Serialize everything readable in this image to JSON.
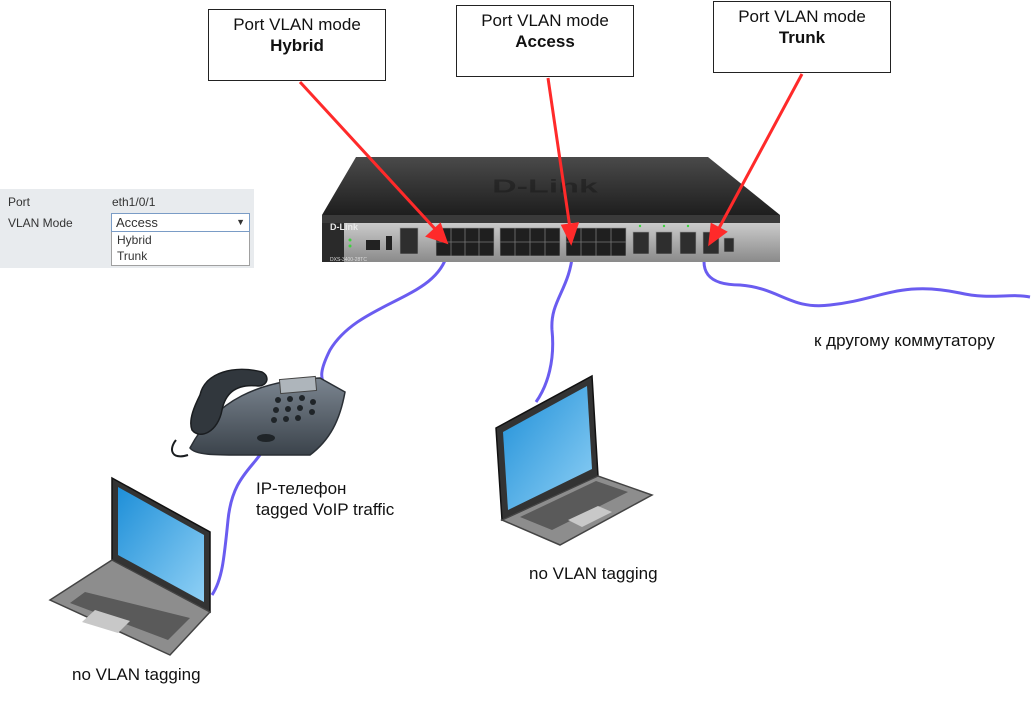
{
  "callouts": [
    {
      "line1": "Port VLAN mode",
      "line2": "Hybrid"
    },
    {
      "line1": "Port VLAN mode",
      "line2": "Access"
    },
    {
      "line1": "Port VLAN mode",
      "line2": "Trunk"
    }
  ],
  "switch": {
    "brand": "D-Link",
    "model": "DXS-3400-28TC"
  },
  "config_panel": {
    "port_label": "Port",
    "port_value": "eth1/0/1",
    "vlan_mode_label": "VLAN Mode",
    "selected": "Access",
    "options": [
      "Hybrid",
      "Trunk"
    ]
  },
  "labels": {
    "other_switch": "к другому коммутатору",
    "phone_line1": "IP-телефон",
    "phone_line2": "tagged VoIP traffic",
    "laptop_center": "no VLAN tagging",
    "laptop_left": "no VLAN tagging"
  },
  "colors": {
    "arrow": "#ff2a2a",
    "cable": "#6a5cf0",
    "switch_body": "#2b2b2b"
  }
}
